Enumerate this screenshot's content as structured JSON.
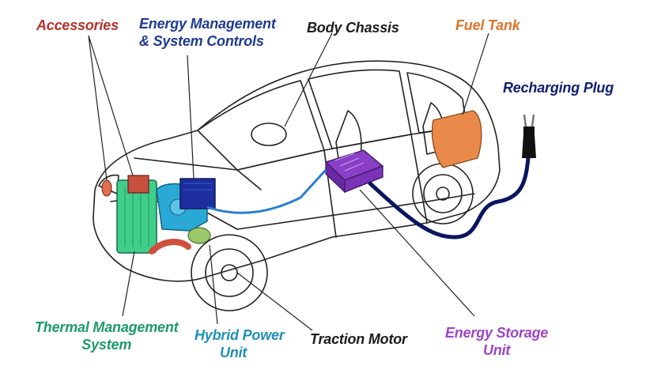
{
  "labels": {
    "accessories": {
      "text": "Accessories",
      "color": "#b5322c"
    },
    "energy_management": {
      "line1": "Energy Management",
      "line2": "& System Controls",
      "color": "#1f3a8f"
    },
    "body_chassis": {
      "text": "Body Chassis",
      "color": "#1c1c1c"
    },
    "fuel_tank": {
      "text": "Fuel Tank",
      "color": "#e0732e"
    },
    "recharging_plug": {
      "text": "Recharging Plug",
      "color": "#0f1e6e"
    },
    "thermal_management": {
      "line1": "Thermal Management",
      "line2": "System",
      "color": "#1e9a6a"
    },
    "hybrid_power_unit": {
      "line1": "Hybrid Power",
      "line2": "Unit",
      "color": "#1f8fb8"
    },
    "traction_motor": {
      "text": "Traction Motor",
      "color": "#1c1c1c"
    },
    "energy_storage_unit": {
      "line1": "Energy Storage",
      "line2": "Unit",
      "color": "#9b44c9"
    }
  },
  "component_colors": {
    "accessories": "#c8503e",
    "energy_management": "#1d2f9e",
    "fuel_tank": "#e98a4a",
    "thermal_management": "#3fcf8a",
    "hybrid_power_unit": "#2aa8d6",
    "energy_storage": "#8a3fc7",
    "plug_cable": "#0c1560",
    "traction_motor": "#9ac86a"
  }
}
